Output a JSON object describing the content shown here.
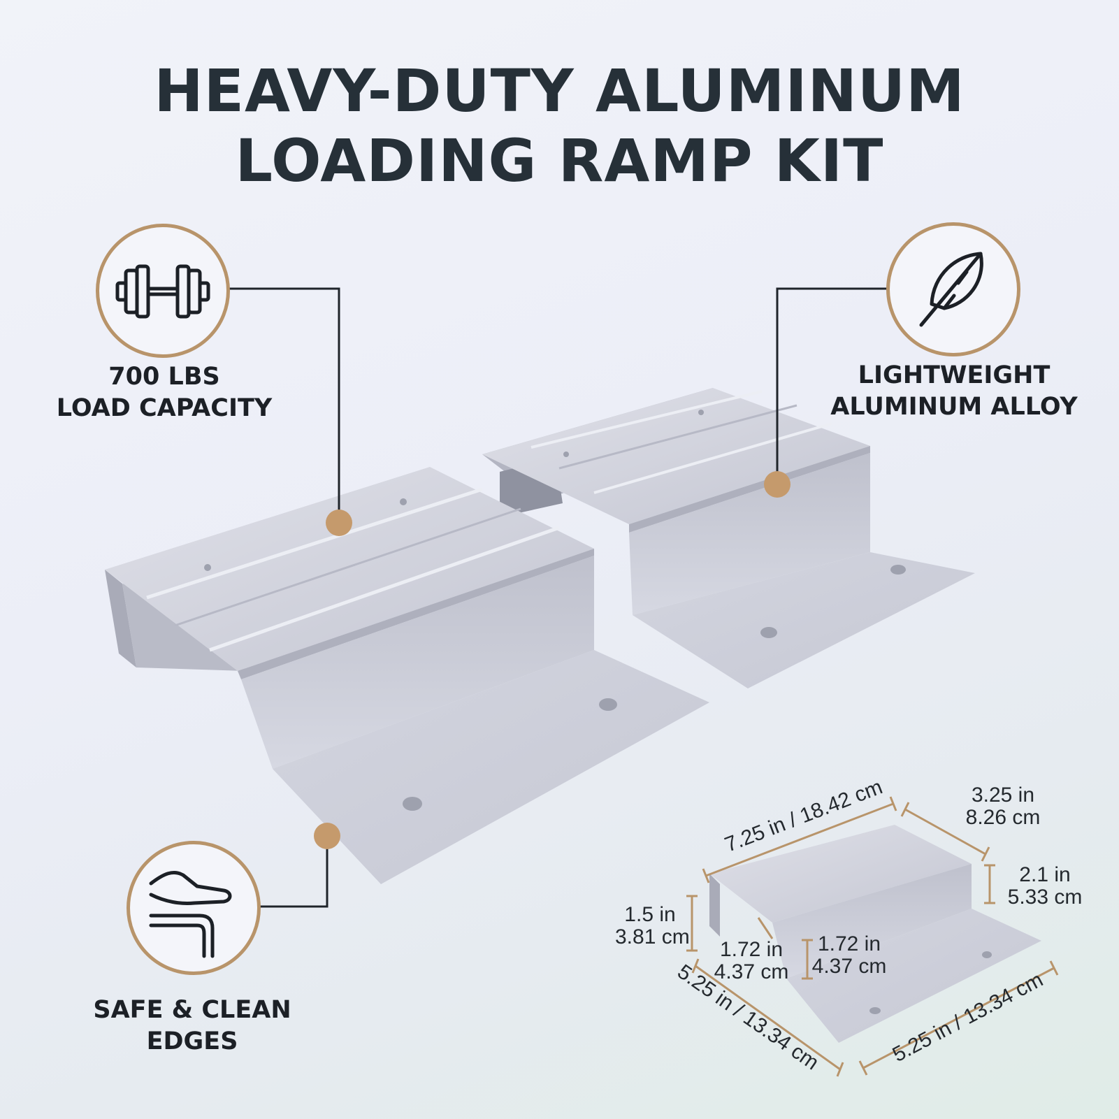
{
  "header": {
    "title_line1": "HEAVY-DUTY ALUMINUM",
    "title_line2": "LOADING RAMP KIT"
  },
  "features": {
    "capacity": {
      "icon": "dumbbell-icon",
      "line1": "700 LBS",
      "line2": "LOAD CAPACITY"
    },
    "lightweight": {
      "icon": "feather-icon",
      "line1": "LIGHTWEIGHT",
      "line2": "ALUMINUM ALLOY"
    },
    "safe": {
      "icon": "hand-bend-icon",
      "line1": "SAFE & CLEAN",
      "line2": "EDGES"
    }
  },
  "dimensions": {
    "top_length": "7.25 in / 18.42 cm",
    "top_depth_in": "3.25 in",
    "top_depth_cm": "8.26 cm",
    "right_height_in": "2.1 in",
    "right_height_cm": "5.33 cm",
    "left_height_in": "1.5 in",
    "left_height_cm": "3.81 cm",
    "inner_a_in": "1.72 in",
    "inner_a_cm": "4.37 cm",
    "inner_b_in": "1.72 in",
    "inner_b_cm": "4.37 cm",
    "bottom_left": "5.25 in / 13.34 cm",
    "bottom_right": "5.25 in / 13.34 cm"
  },
  "colors": {
    "accent": "#c59a6c",
    "title": "#263038",
    "aluminum": "#c9cbd6"
  }
}
